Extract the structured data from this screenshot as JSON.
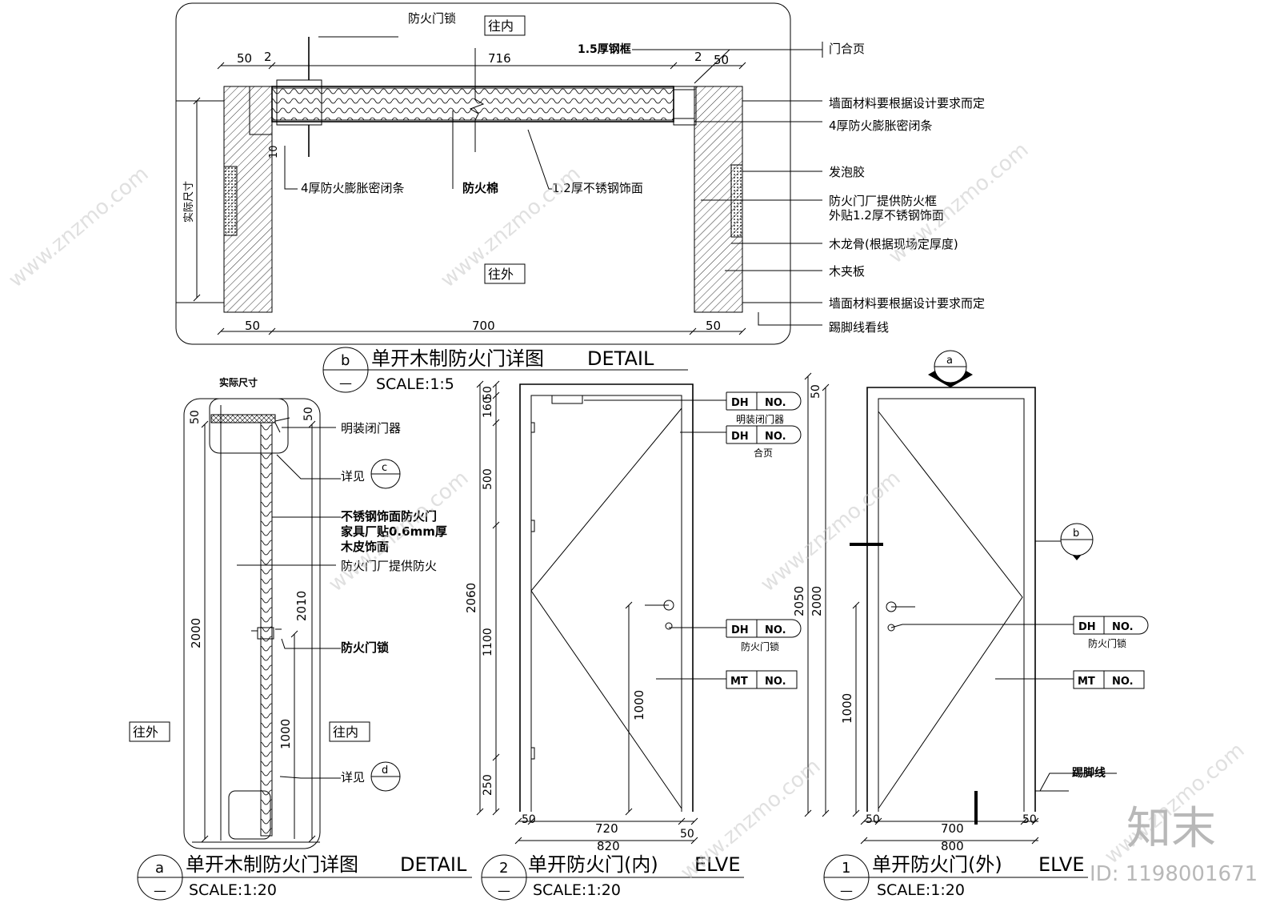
{
  "detail_b": {
    "labels": {
      "lock": "防火门锁",
      "inside": "往内",
      "outside": "往外",
      "steel_frame": "1.5厚钢框",
      "hinge": "门合页",
      "wall_material_1": "墙面材料要根据设计要求而定",
      "seal_right": "4厚防火膨胀密闭条",
      "foam": "发泡胶",
      "frame_1": "防火门厂提供防火框",
      "frame_2": "外贴1.2厚不锈钢饰面",
      "keel": "木龙骨(根据现场定厚度)",
      "plywood": "木夹板",
      "wall_material_2": "墙面材料要根据设计要求而定",
      "skirting": "踢脚线看线",
      "seal_left": "4厚防火膨胀密闭条",
      "fire_cotton": "防火棉",
      "steel_face": "1.2厚不锈钢饰面",
      "actual_size": "实际尺寸"
    },
    "dims": {
      "d50a": "50",
      "d2a": "2",
      "d716": "716",
      "d2b": "2",
      "d50b": "50",
      "d10": "10",
      "b50a": "50",
      "b700": "700",
      "b50b": "50"
    },
    "title": {
      "tag": "b",
      "dash": "—",
      "cn": "单开木制防火门详图",
      "en": "DETAIL",
      "scale": "SCALE:1:5"
    }
  },
  "detail_a": {
    "labels": {
      "actual_size": "实际尺寸",
      "closer": "明装闭门器",
      "see": "详见",
      "see_c": "c",
      "panel_1": "不锈钢饰面防火门",
      "panel_2": "家具厂贴0.6mm厚",
      "panel_3": "木皮饰面",
      "frame": "防火门厂提供防火",
      "lock": "防火门锁",
      "outside": "往外",
      "inside": "往内",
      "see2": "详见",
      "see_d": "d"
    },
    "dims": {
      "d50a": "50",
      "d50b": "50",
      "d2000": "2000",
      "d2010": "2010",
      "d1000": "1000"
    },
    "title": {
      "tag": "a",
      "dash": "—",
      "cn": "单开木制防火门详图",
      "en": "DETAIL",
      "scale": "SCALE:1:20"
    }
  },
  "elev_2": {
    "tags": [
      {
        "a": "DH",
        "b": "NO.",
        "note": "明装闭门器"
      },
      {
        "a": "DH",
        "b": "NO.",
        "note": "合页"
      },
      {
        "a": "DH",
        "b": "NO.",
        "note": "防火门锁"
      },
      {
        "a": "MT",
        "b": "NO.",
        "note": ""
      }
    ],
    "dims": {
      "d50": "50",
      "d160": "160",
      "d500": "500",
      "d2060": "2060",
      "d1100": "1100",
      "d250": "250",
      "d1000": "1000",
      "b50a": "50",
      "b720": "720",
      "b820": "820",
      "b50b": "50"
    },
    "title": {
      "tag": "2",
      "dash": "—",
      "cn": "单开防火门(内)",
      "en": "ELVE",
      "scale": "SCALE:1:20"
    }
  },
  "elev_1": {
    "section_a": "a",
    "section_b": "b",
    "tags": [
      {
        "a": "DH",
        "b": "NO.",
        "note": "防火门锁"
      },
      {
        "a": "MT",
        "b": "NO.",
        "note": ""
      }
    ],
    "skirting": "踢脚线",
    "dims": {
      "d50": "50",
      "d2050": "2050",
      "d2000": "2000",
      "d1000": "1000",
      "b50a": "50",
      "b700": "700",
      "b50b": "50",
      "b800": "800"
    },
    "title": {
      "tag": "1",
      "dash": "—",
      "cn": "单开防火门(外)",
      "en": "ELVE",
      "scale": "SCALE:1:20"
    }
  },
  "watermark": {
    "brand": "知末",
    "id": "ID: 1198001671",
    "site": "www.znzmo.com"
  }
}
